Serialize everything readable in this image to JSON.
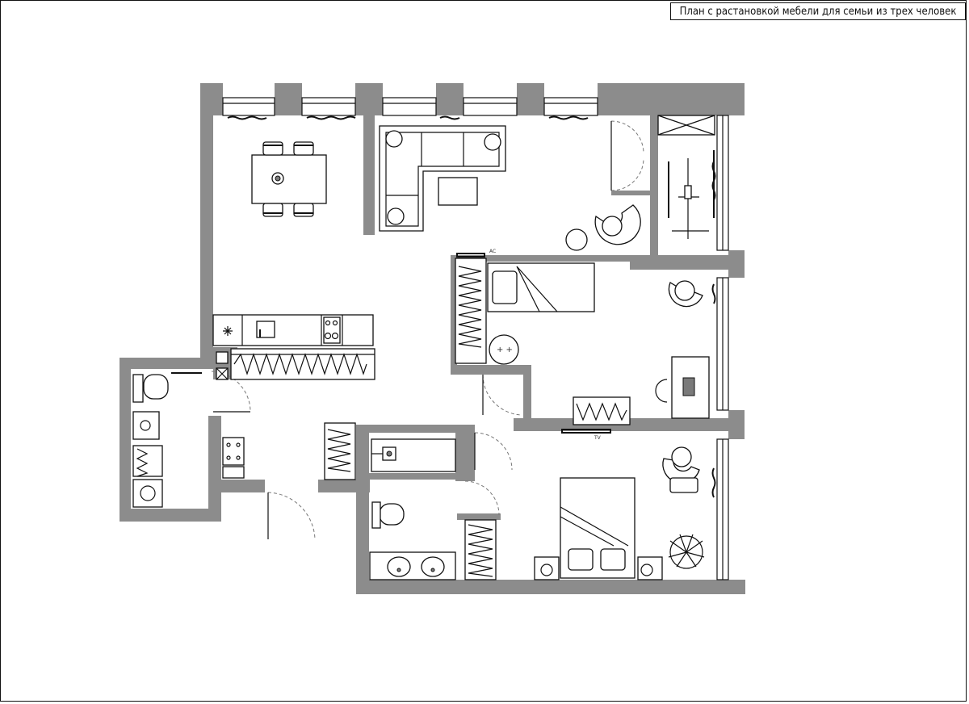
{
  "title": "План с растановкой мебели для семьи из трех человек",
  "labels": {
    "ac_unit": "AC",
    "tv": "TV"
  },
  "colors": {
    "wall": "#8c8c8c",
    "line": "#111111",
    "background": "#ffffff"
  }
}
